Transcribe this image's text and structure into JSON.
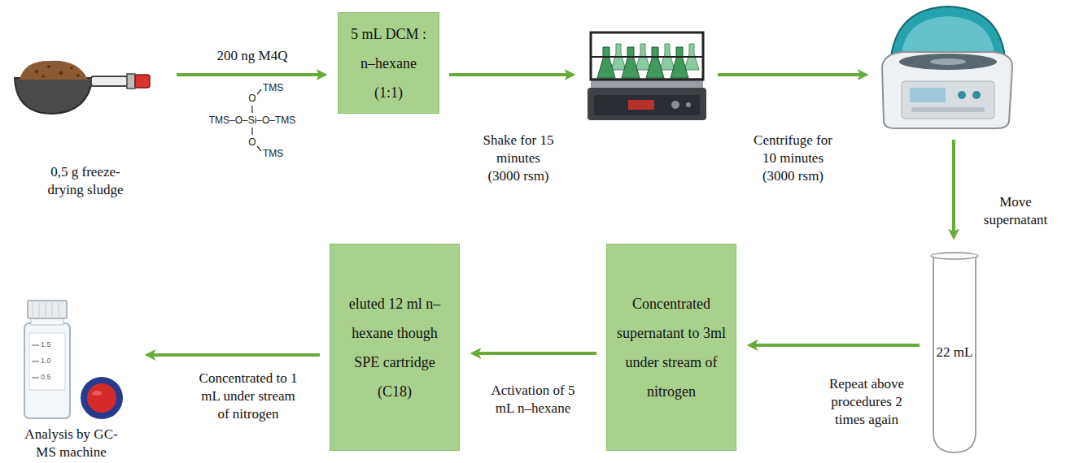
{
  "diagram": {
    "nodes": [
      {
        "text": [
          "0,5 g freeze-drying sludge"
        ]
      },
      {
        "text": [
          "5 mL DCM : n–hexane (1:1)"
        ]
      },
      {
        "text": []
      },
      {
        "text": []
      },
      {
        "text": [
          "22 mL"
        ]
      },
      {
        "text": [
          "Concentrated supernatant to 3ml under stream of nitrogen"
        ]
      },
      {
        "text": [
          "eluted 12 ml n–hexane though SPE cartridge (C18)"
        ]
      },
      {
        "text": [
          "Analysis by GC-MS machine"
        ]
      }
    ],
    "edges": [
      {
        "from": 0,
        "to": 1,
        "arrow": "to",
        "label": "200 ng M4Q"
      },
      {
        "from": 1,
        "to": 2,
        "arrow": "to",
        "label": "Shake for 15 minutes (3000 rsm)"
      },
      {
        "from": 2,
        "to": 3,
        "arrow": "to",
        "label": "Centrifuge for 10 minutes (3000 rsm)"
      },
      {
        "from": 3,
        "to": 4,
        "arrow": "to",
        "label": "Move supernatant"
      },
      {
        "from": 4,
        "to": 5,
        "arrow": "to",
        "label": "Repeat above procedures 2 times again"
      },
      {
        "from": 5,
        "to": 6,
        "arrow": "to",
        "label": "Activation of 5 mL n–hexane"
      },
      {
        "from": 6,
        "to": 7,
        "arrow": "to",
        "label": "Concentrated to 1 mL under stream of nitrogen"
      }
    ],
    "labels": [
      "TMS",
      "O",
      "TMS–O–Si–O–TMS",
      "O",
      "TMS",
      "1.5",
      "1.0",
      "0.5"
    ]
  }
}
